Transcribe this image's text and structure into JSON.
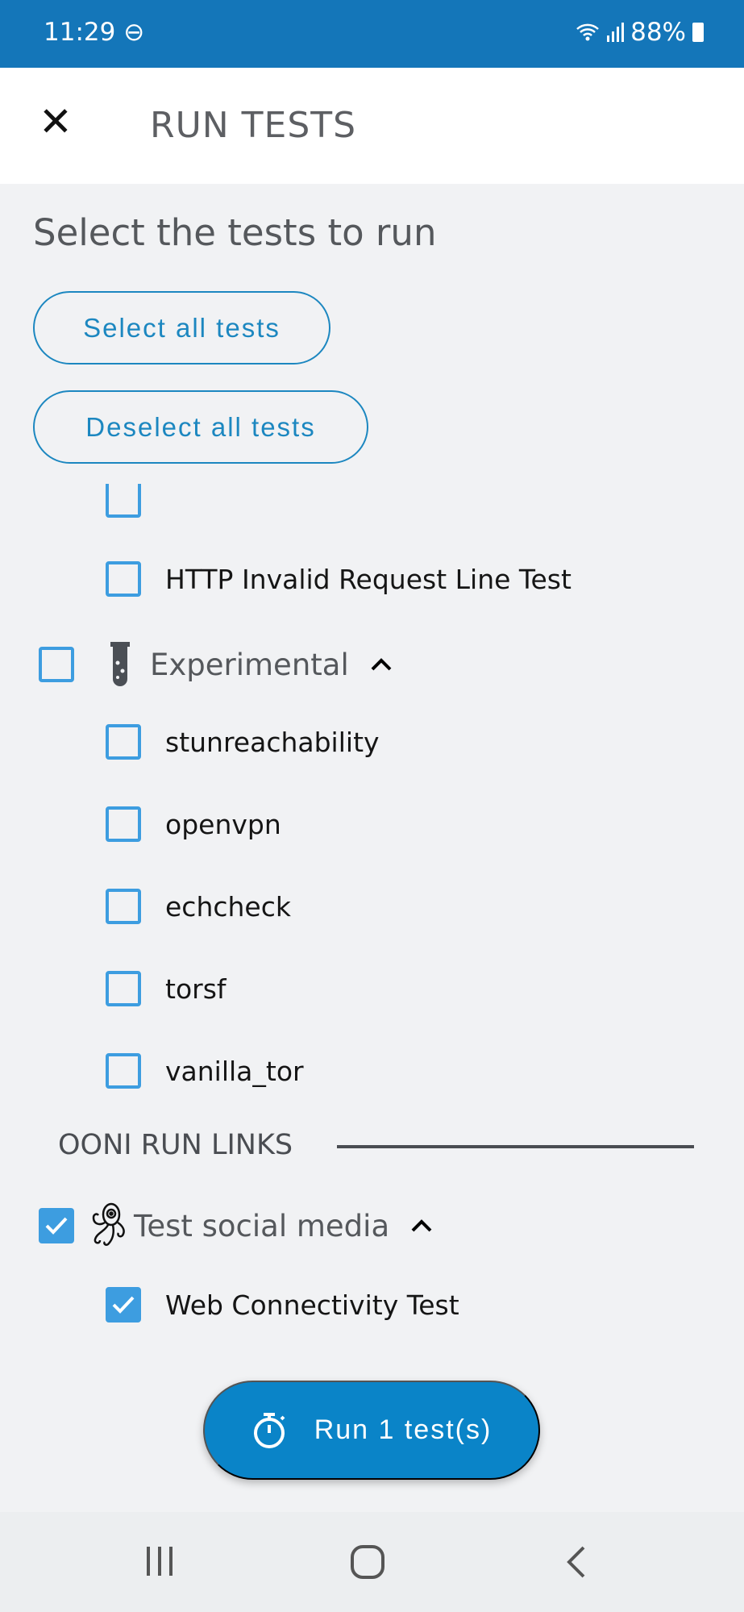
{
  "status_bar": {
    "time": "11:29",
    "battery": "88%"
  },
  "header": {
    "title": "RUN TESTS"
  },
  "heading": "Select the tests to run",
  "buttons": {
    "select_all": "Select all tests",
    "deselect_all": "Deselect all tests",
    "run": "Run 1 test(s)"
  },
  "tests": [
    {
      "label": "HTTP Invalid Request Line Test",
      "checked": false
    }
  ],
  "experimental": {
    "label": "Experimental",
    "checked": false,
    "items": [
      {
        "label": "stunreachability",
        "checked": false
      },
      {
        "label": "openvpn",
        "checked": false
      },
      {
        "label": "echcheck",
        "checked": false
      },
      {
        "label": "torsf",
        "checked": false
      },
      {
        "label": "vanilla_tor",
        "checked": false
      }
    ]
  },
  "ooni_run": {
    "section": "OONI RUN LINKS",
    "label": "Test social media",
    "checked": true,
    "items": [
      {
        "label": "Web Connectivity Test",
        "checked": true
      }
    ]
  },
  "colors": {
    "status_bar": "#1476b9",
    "accent": "#3d9de0",
    "run_button": "#0a84c8"
  }
}
